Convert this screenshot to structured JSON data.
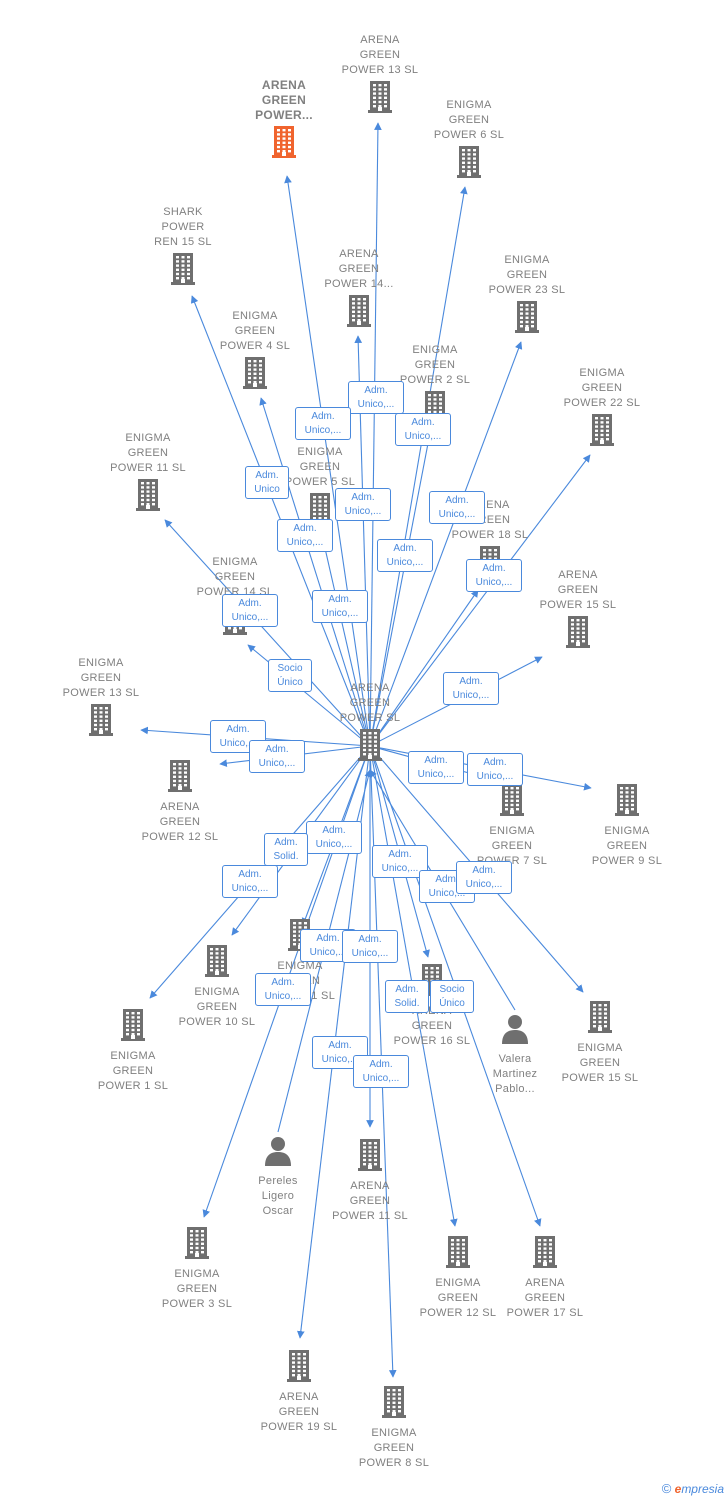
{
  "colors": {
    "edge": "#4a89dc",
    "building": "#6f6f6f",
    "focus_building": "#f0642e",
    "person": "#6f6f6f",
    "label": "#808080"
  },
  "footer": {
    "brand_initial": "e",
    "brand_rest": "mpresia"
  },
  "nodes": [
    {
      "id": "center",
      "label": "ARENA\nGREEN\nPOWER  SL",
      "icon": "building-icon"
    },
    {
      "id": "focus",
      "label": "ARENA\nGREEN\nPOWER...",
      "icon": "building-icon",
      "focus": true
    },
    {
      "id": "agp13",
      "label": "ARENA\nGREEN\nPOWER 13  SL",
      "icon": "building-icon"
    },
    {
      "id": "egp6",
      "label": "ENIGMA\nGREEN\nPOWER 6  SL",
      "icon": "building-icon"
    },
    {
      "id": "shark",
      "label": "SHARK\nPOWER\nREN 15  SL",
      "icon": "building-icon"
    },
    {
      "id": "agp14",
      "label": "ARENA\nGREEN\nPOWER 14...",
      "icon": "building-icon"
    },
    {
      "id": "egp23",
      "label": "ENIGMA\nGREEN\nPOWER 23  SL",
      "icon": "building-icon"
    },
    {
      "id": "egp4",
      "label": "ENIGMA\nGREEN\nPOWER 4  SL",
      "icon": "building-icon"
    },
    {
      "id": "egp2",
      "label": "ENIGMA\nGREEN\nPOWER 2  SL",
      "icon": "building-icon"
    },
    {
      "id": "egp22",
      "label": "ENIGMA\nGREEN\nPOWER 22  SL",
      "icon": "building-icon"
    },
    {
      "id": "egp11",
      "label": "ENIGMA\nGREEN\nPOWER 11  SL",
      "icon": "building-icon"
    },
    {
      "id": "egp5",
      "label": "ENIGMA\nGREEN\nPOWER 5  SL",
      "icon": "building-icon"
    },
    {
      "id": "agp18",
      "label": "ARENA\nGREEN\nPOWER 18  SL",
      "icon": "building-icon"
    },
    {
      "id": "egp14",
      "label": "ENIGMA\nGREEN\nPOWER 14  SL",
      "icon": "building-icon"
    },
    {
      "id": "agp15",
      "label": "ARENA\nGREEN\nPOWER 15  SL",
      "icon": "building-icon"
    },
    {
      "id": "egp13",
      "label": "ENIGMA\nGREEN\nPOWER 13  SL",
      "icon": "building-icon"
    },
    {
      "id": "agp12",
      "label": "ARENA\nGREEN\nPOWER 12  SL",
      "icon": "building-icon"
    },
    {
      "id": "egp7",
      "label": "ENIGMA\nGREEN\nPOWER 7  SL",
      "icon": "building-icon"
    },
    {
      "id": "egp9",
      "label": "ENIGMA\nGREEN\nPOWER 9  SL",
      "icon": "building-icon"
    },
    {
      "id": "egp10",
      "label": "ENIGMA\nGREEN\nPOWER 10  SL",
      "icon": "building-icon"
    },
    {
      "id": "egpx",
      "label": "ENIGMA\nGREEN\nPOWER 1  SL",
      "icon": "building-icon"
    },
    {
      "id": "egp1",
      "label": "ENIGMA\nGREEN\nPOWER 1  SL",
      "icon": "building-icon"
    },
    {
      "id": "agp16",
      "label": "ARENA\nGREEN\nPOWER 16  SL",
      "icon": "building-icon"
    },
    {
      "id": "valera",
      "label": "Valera\nMartinez\nPablo...",
      "icon": "person-icon"
    },
    {
      "id": "egp15",
      "label": "ENIGMA\nGREEN\nPOWER 15  SL",
      "icon": "building-icon"
    },
    {
      "id": "pereles",
      "label": "Pereles\nLigero\nOscar",
      "icon": "person-icon"
    },
    {
      "id": "agp11",
      "label": "ARENA\nGREEN\nPOWER 11  SL",
      "icon": "building-icon"
    },
    {
      "id": "egp3",
      "label": "ENIGMA\nGREEN\nPOWER 3  SL",
      "icon": "building-icon"
    },
    {
      "id": "egp12",
      "label": "ENIGMA\nGREEN\nPOWER 12  SL",
      "icon": "building-icon"
    },
    {
      "id": "agp17",
      "label": "ARENA\nGREEN\nPOWER 17  SL",
      "icon": "building-icon"
    },
    {
      "id": "agp19",
      "label": "ARENA\nGREEN\nPOWER 19  SL",
      "icon": "building-icon"
    },
    {
      "id": "egp8",
      "label": "ENIGMA\nGREEN\nPOWER 8  SL",
      "icon": "building-icon"
    }
  ],
  "edges": [
    {
      "from": "center",
      "to": "focus",
      "role": "Adm.\nUnico,..."
    },
    {
      "from": "center",
      "to": "agp13",
      "role": "Adm.\nUnico,..."
    },
    {
      "from": "center",
      "to": "egp6",
      "role": "Adm.\nUnico,..."
    },
    {
      "from": "center",
      "to": "shark",
      "role": "Adm.\nUnico"
    },
    {
      "from": "center",
      "to": "agp14",
      "role": "Adm.\nUnico,..."
    },
    {
      "from": "center",
      "to": "egp23",
      "role": "Adm.\nUnico,..."
    },
    {
      "from": "center",
      "to": "egp4",
      "role": "Adm.\nUnico,..."
    },
    {
      "from": "center",
      "to": "egp2",
      "role": "Adm.\nUnico,..."
    },
    {
      "from": "center",
      "to": "egp22",
      "role": "Adm.\nUnico,..."
    },
    {
      "from": "center",
      "to": "egp11",
      "role": "Adm.\nUnico,..."
    },
    {
      "from": "center",
      "to": "egp5",
      "role": "Adm.\nUnico,..."
    },
    {
      "from": "center",
      "to": "agp18",
      "role": "Socio\nÚnico"
    },
    {
      "from": "center",
      "to": "egp14",
      "role": "Adm.\nUnico,..."
    },
    {
      "from": "center",
      "to": "agp15",
      "role": "Adm.\nUnico,..."
    },
    {
      "from": "center",
      "to": "egp13",
      "role": "Adm.\nUnico,..."
    },
    {
      "from": "center",
      "to": "agp12",
      "role": "Adm.\nUnico,..."
    },
    {
      "from": "center",
      "to": "egp7",
      "role": "Adm.\nUnico,..."
    },
    {
      "from": "center",
      "to": "egp9",
      "role": "Adm.\nUnico,..."
    },
    {
      "from": "center",
      "to": "egp10",
      "role": "Adm.\nUnico,..."
    },
    {
      "from": "center",
      "to": "egpx",
      "role": "Adm.\nSolid."
    },
    {
      "from": "center",
      "to": "egp1",
      "role": "Adm.\nUnico,..."
    },
    {
      "from": "center",
      "to": "agp16",
      "role": "Adm.\nUnico,..."
    },
    {
      "from": "center",
      "to": "egp15",
      "role": "Adm.\nUnico,..."
    },
    {
      "from": "center",
      "to": "agp11",
      "role": "Adm.\nUnico,..."
    },
    {
      "from": "center",
      "to": "egp3",
      "role": "Adm.\nUnico,..."
    },
    {
      "from": "center",
      "to": "egp12",
      "role": "Adm.\nUnico,..."
    },
    {
      "from": "center",
      "to": "agp17",
      "role": "Adm.\nSolid."
    },
    {
      "from": "center",
      "to": "agp19",
      "role": "Socio\nÚnico"
    },
    {
      "from": "center",
      "to": "egp8",
      "role": "Adm.\nUnico,..."
    },
    {
      "from": "pereles",
      "to": "center",
      "role": "Adm.\nUnico,..."
    },
    {
      "from": "valera",
      "to": "center",
      "role": "Adm.\nUnico,..."
    }
  ]
}
